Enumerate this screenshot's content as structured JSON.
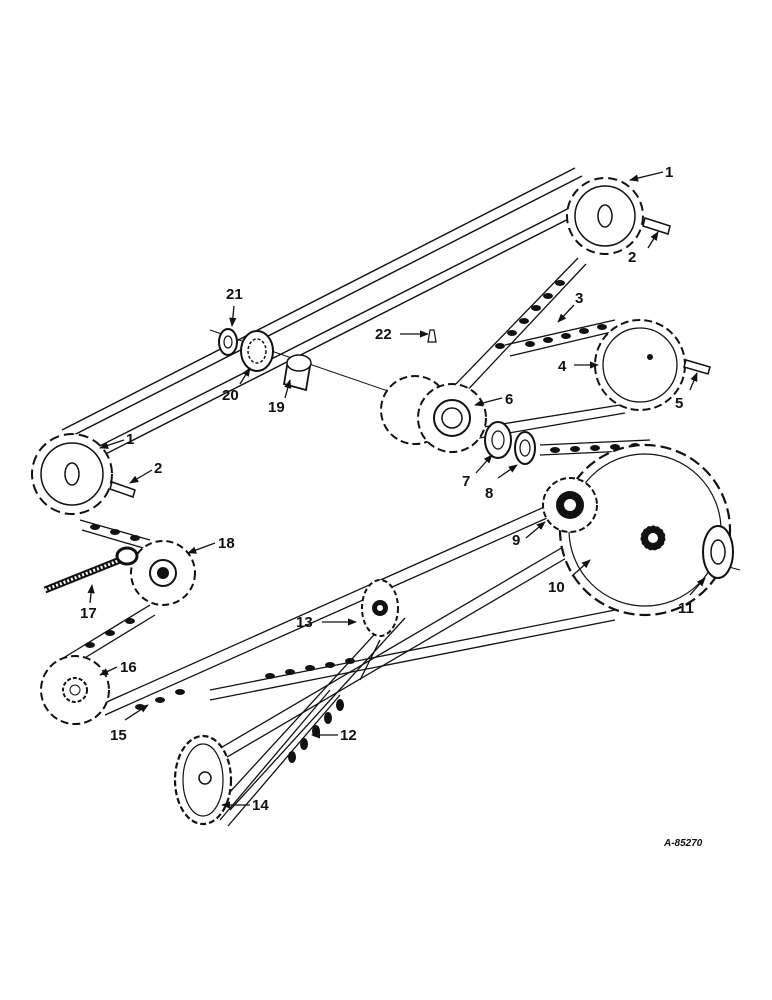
{
  "figure": {
    "reference": "A-85270",
    "callouts": [
      "1",
      "2",
      "3",
      "4",
      "5",
      "6",
      "7",
      "8",
      "9",
      "10",
      "11",
      "12",
      "13",
      "14",
      "15",
      "16",
      "17",
      "18",
      "19",
      "20",
      "21",
      "22",
      "1",
      "2"
    ]
  },
  "colors": {
    "ink": "#111111",
    "paper": "#ffffff"
  }
}
